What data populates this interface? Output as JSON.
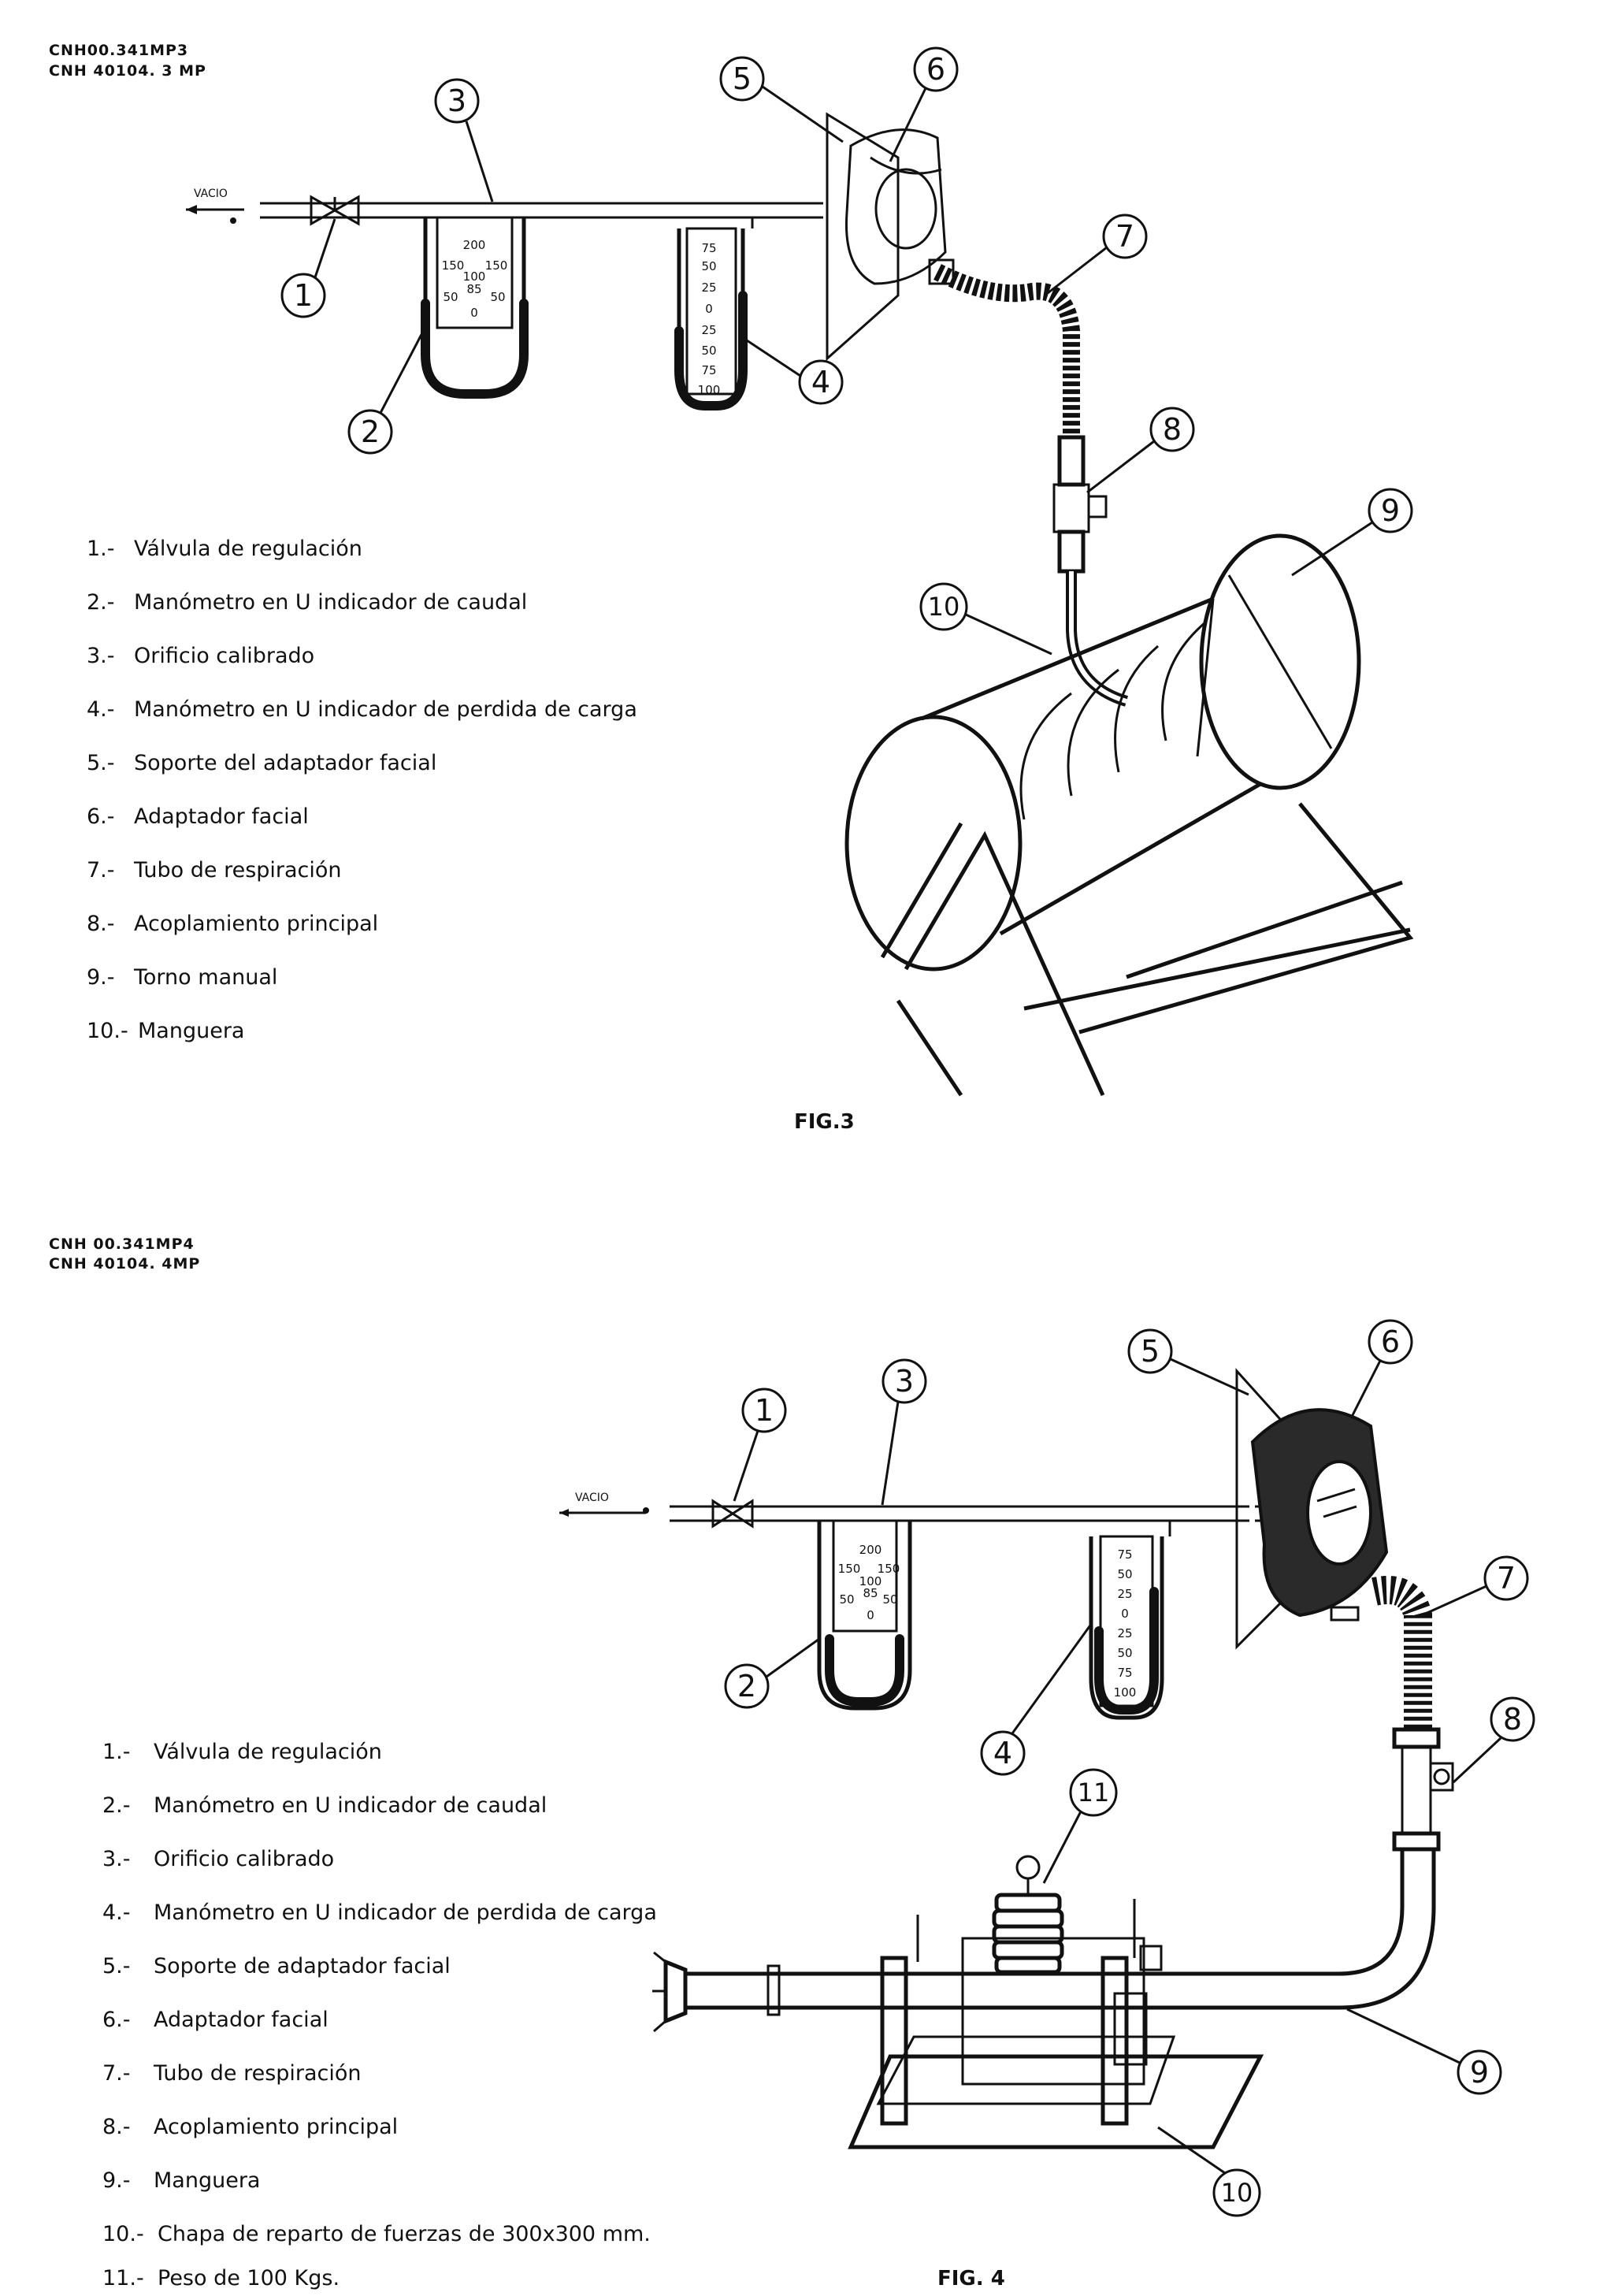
{
  "fig3": {
    "codes": [
      "CNH00.341MP3",
      "CNH 40104. 3 MP"
    ],
    "caption": "FIG.3",
    "vacio": "VACIO",
    "callouts": [
      "1",
      "2",
      "3",
      "4",
      "5",
      "6",
      "7",
      "8",
      "9",
      "10"
    ],
    "flow_ticks": [
      "200",
      "150",
      "100",
      "150",
      "50",
      "85",
      "50",
      "0"
    ],
    "loss_ticks": [
      "75",
      "50",
      "25",
      "0",
      "25",
      "50",
      "75",
      "100"
    ],
    "legend": [
      {
        "n": "1.-",
        "text": "Válvula de regulación"
      },
      {
        "n": "2.-",
        "text": "Manómetro en U indicador de caudal"
      },
      {
        "n": "3.-",
        "text": "Orificio calibrado"
      },
      {
        "n": "4.-",
        "text": "Manómetro en U indicador de perdida de carga"
      },
      {
        "n": "5.-",
        "text": "Soporte del adaptador facial"
      },
      {
        "n": "6.-",
        "text": "Adaptador facial"
      },
      {
        "n": "7.-",
        "text": "Tubo de respiración"
      },
      {
        "n": "8.-",
        "text": "Acoplamiento principal"
      },
      {
        "n": "9.-",
        "text": "Torno manual"
      },
      {
        "n": "10.-",
        "text": "Manguera"
      }
    ]
  },
  "fig4": {
    "codes": [
      "CNH 00.341MP4",
      "CNH 40104. 4MP"
    ],
    "caption": "FIG. 4",
    "vacio": "VACIO",
    "callouts": [
      "1",
      "2",
      "3",
      "4",
      "5",
      "6",
      "7",
      "8",
      "9",
      "10",
      "11"
    ],
    "flow_ticks": [
      "200",
      "150",
      "100",
      "150",
      "50",
      "85",
      "50",
      "0"
    ],
    "loss_ticks": [
      "75",
      "50",
      "25",
      "0",
      "25",
      "50",
      "75",
      "100"
    ],
    "legend": [
      {
        "n": "1.-",
        "text": "Válvula de regulación"
      },
      {
        "n": "2.-",
        "text": "Manómetro en U indicador de caudal"
      },
      {
        "n": "3.-",
        "text": "Orificio calibrado"
      },
      {
        "n": "4.-",
        "text": "Manómetro en U indicador de perdida de carga"
      },
      {
        "n": "5.-",
        "text": "Soporte de adaptador facial"
      },
      {
        "n": "6.-",
        "text": "Adaptador facial"
      },
      {
        "n": "7.-",
        "text": "Tubo de respiración"
      },
      {
        "n": "8.-",
        "text": "Acoplamiento principal"
      },
      {
        "n": "9.-",
        "text": "Manguera"
      },
      {
        "n": "10.-",
        "text": "Chapa de reparto de fuerzas de 300x300 mm."
      },
      {
        "n": "11.-",
        "text": "Peso de 100 Kgs."
      }
    ]
  }
}
